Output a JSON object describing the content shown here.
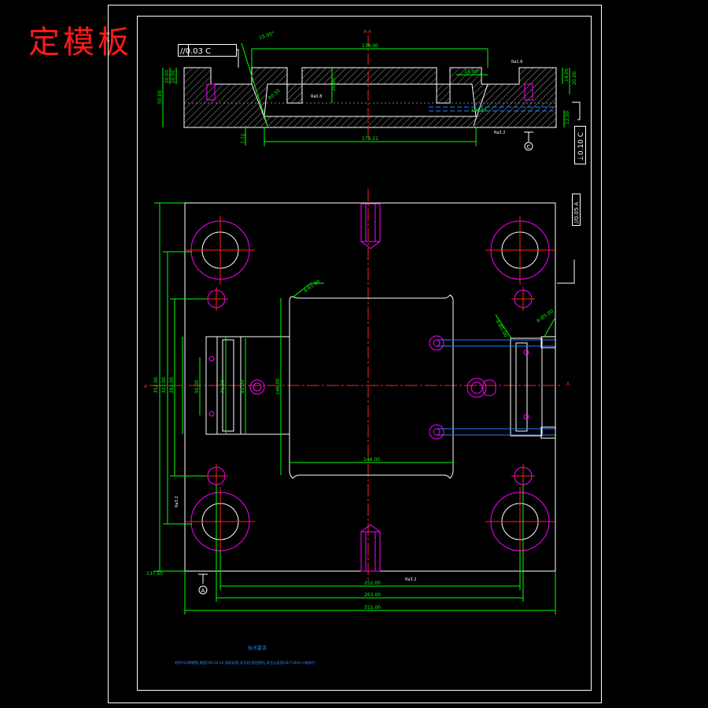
{
  "title": "定模板",
  "section": {
    "label": "A-A",
    "dims": {
      "top_width": "138.00",
      "bottom_width": "178.21",
      "angle_left": "15.00°",
      "angle_right": "15.00°",
      "height_left": "50.00",
      "height_a": "20.00",
      "height_b": "20.00",
      "depth_center": "20.00",
      "depth_right_a": "14.00",
      "depth_right_b": "20.00",
      "depth_right_c": "12.00",
      "small_a": "7.72",
      "chamfer_a": "R0.50",
      "chamfer_b": "Ø6.00",
      "roughness_a": "Ra0.8",
      "roughness_b": "Ra1.6"
    },
    "flatness_frame": "//0.03 C",
    "perp_frame": "⊥0.10 C",
    "datum_c": "C",
    "ra_side": "Ra3.2"
  },
  "plan": {
    "flat_frame": "//0.05 A",
    "section_mark": "A",
    "datum_a": "A",
    "dims": {
      "total_width": "315.00",
      "width_b": "263.00",
      "width_c": "252.00",
      "height_total": "352.00",
      "height_b": "323.00",
      "height_c": "282.00",
      "height_d": "137.50",
      "cavity_width": "146.00",
      "cavity_height": "146.00",
      "slot_a": "50.00",
      "slot_b": "78.00",
      "slot_c": "82.00",
      "corner_r": "4-R5.00",
      "hole_a": "4-Ø5.00",
      "hole_b": "6-Ø5.00"
    },
    "ra_bottom": "Ra3.2",
    "ra_left": "Ra3.2"
  },
  "notes": {
    "heading": "技术要求",
    "text": "材料P20预硬钢,硬度HRC28-32,调质处理,去毛刺,锐边倒钝,未注公差按GB/T1804-m级执行"
  }
}
